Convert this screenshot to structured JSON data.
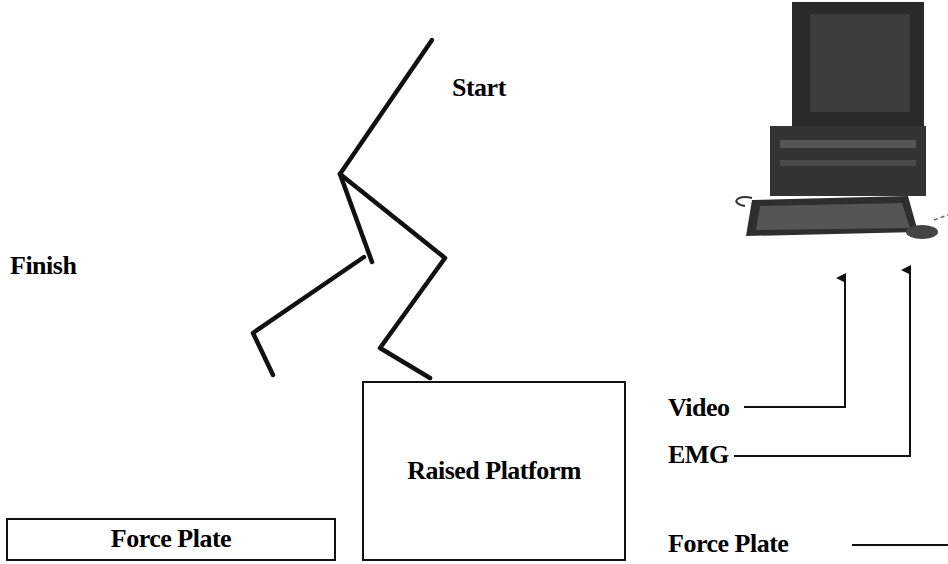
{
  "diagram": {
    "nodes": [
      {
        "text": [
          "Raised Platform"
        ]
      },
      {
        "text": [
          "Force Plate"
        ]
      }
    ],
    "labels": [
      "Start",
      "Finish",
      "Video",
      "EMG",
      "Force Plate"
    ]
  }
}
